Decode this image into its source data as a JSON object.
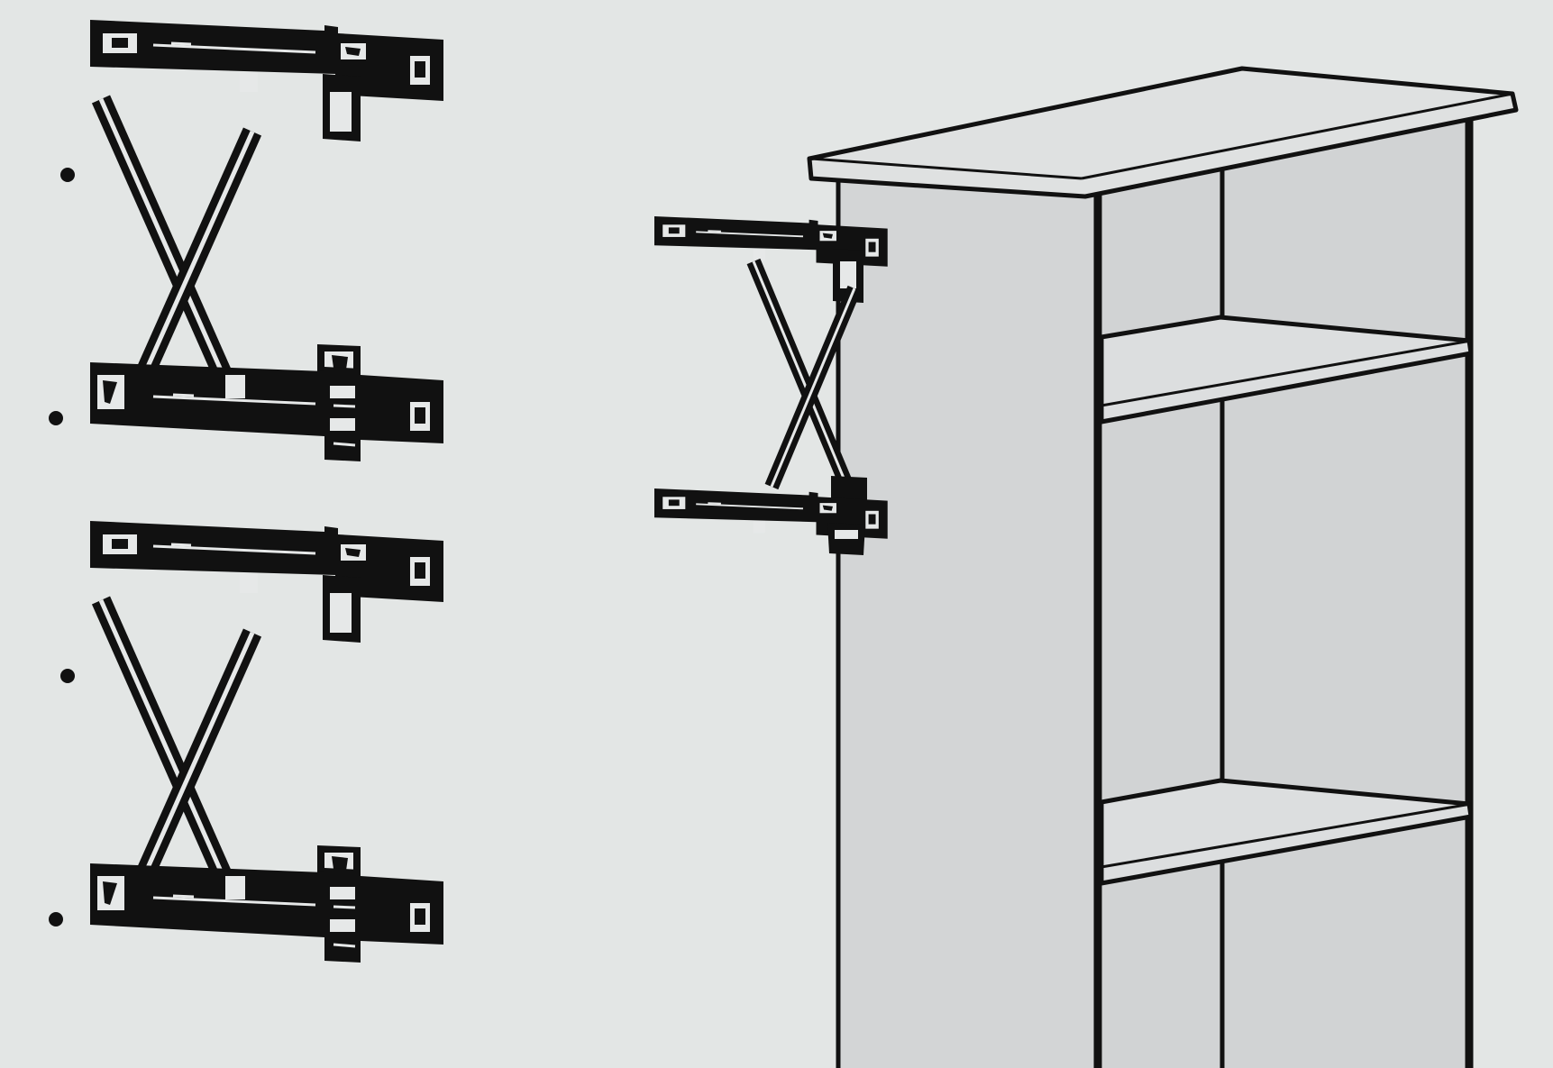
{
  "colors": {
    "background": "#e3e6e5",
    "line": "#111111",
    "cabinet_side": "#d3d5d6",
    "cabinet_top": "#dfe1e1",
    "cabinet_interior": "#d1d3d4",
    "shelf": "#dcdedf"
  },
  "figure": {
    "parts": [
      {
        "name": "hinge-assembly",
        "kind": "scissor-hinge-pair",
        "count": 2
      },
      {
        "name": "cabinet",
        "kind": "open-shelf-cabinet",
        "shelves": 2
      }
    ]
  }
}
